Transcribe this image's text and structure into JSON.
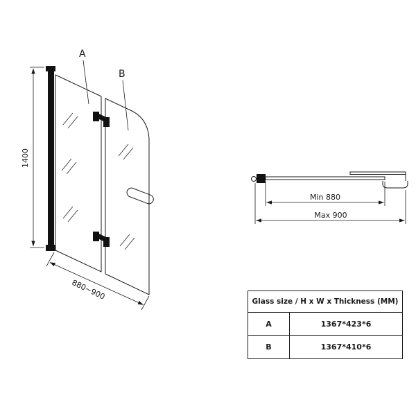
{
  "front_view": {
    "label_a": "A",
    "label_b": "B",
    "height_dim": "1400",
    "width_dim": "880~900"
  },
  "top_view": {
    "min_dim": "Min 880",
    "max_dim": "Max 900"
  },
  "table": {
    "header": "Glass size / H x W x Thickness (MM)",
    "rows": [
      {
        "label": "A",
        "value": "1367*423*6"
      },
      {
        "label": "B",
        "value": "1367*410*6"
      }
    ]
  },
  "colors": {
    "line": "#1a1a1a",
    "background": "#ffffff"
  }
}
